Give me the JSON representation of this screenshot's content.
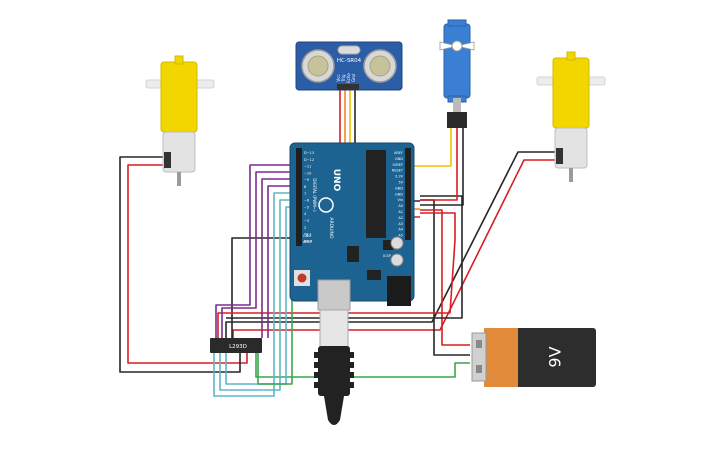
{
  "sensor": {
    "label": "HC-SR04",
    "pins": [
      "Vcc",
      "Trig",
      "Echo",
      "Gnd"
    ]
  },
  "arduino": {
    "model": "UNO",
    "brand": "ARDUINO",
    "digital_header": "DIGITAL (PWM~)",
    "left_labels": [
      "D~13",
      "D~12",
      "~11",
      "~10",
      "~9",
      "8",
      "7",
      "~6",
      "~5",
      "4",
      "~3",
      "2",
      "TX 1",
      "RX 0"
    ],
    "right_labels": [
      "AREF",
      "GND",
      "IOREF",
      "RESET",
      "3.3V",
      "5V",
      "GND",
      "GND",
      "Vin",
      "A0",
      "A1",
      "A2",
      "A3",
      "A4",
      "A5"
    ],
    "aux_labels": [
      "ICSP",
      "AREF",
      "GND",
      "5V"
    ]
  },
  "driver": {
    "label": "L293D"
  },
  "battery": {
    "label": "9V"
  },
  "colors": {
    "wire_red": "#d81e23",
    "wire_black": "#262626",
    "wire_purple": "#7b2d8e",
    "wire_teal": "#5fb6c8",
    "wire_green": "#3aa64a",
    "wire_yellow": "#f2c200",
    "wire_orange": "#ef8a22",
    "board_blue": "#1c6392",
    "motor_yellow": "#f2d600",
    "sensor_blue": "#2c5ea8",
    "servo_blue": "#3a7fd4",
    "battery_orange": "#e08a3a"
  }
}
